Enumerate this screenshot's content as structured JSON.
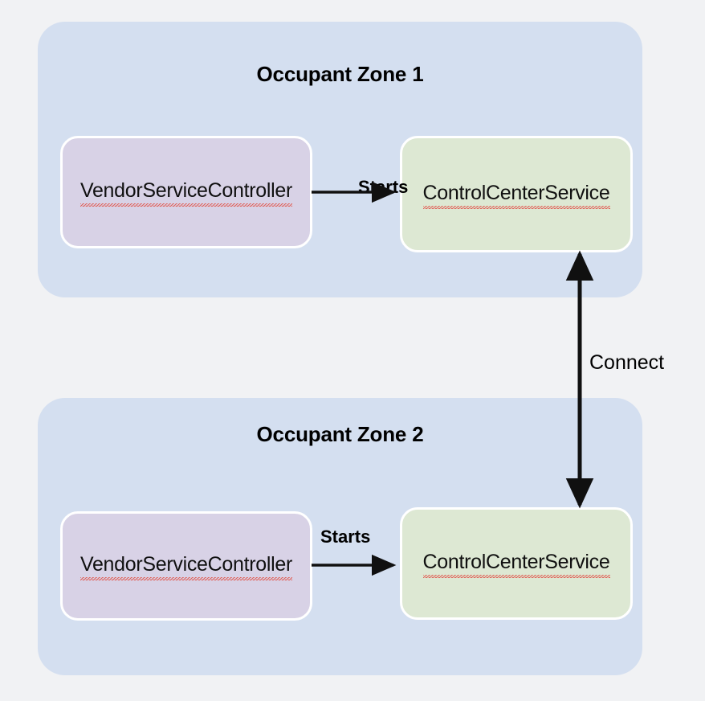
{
  "diagram": {
    "type": "architecture-block-diagram",
    "background_color": "#f1f2f4",
    "zones": [
      {
        "id": "zone-1",
        "title": "Occupant Zone 1",
        "fill_color": "#d4dff0",
        "nodes": [
          {
            "id": "vendor-1",
            "label": "VendorServiceController",
            "fill_color": "#d8d2e6",
            "spellcheck_underline": true
          },
          {
            "id": "control-1",
            "label": "ControlCenterService",
            "fill_color": "#dde8d3",
            "spellcheck_underline": true
          }
        ],
        "edges": [
          {
            "id": "starts-1",
            "label": "Starts",
            "from": "vendor-1",
            "to": "control-1",
            "direction": "forward"
          }
        ]
      },
      {
        "id": "zone-2",
        "title": "Occupant Zone 2",
        "fill_color": "#d4dff0",
        "nodes": [
          {
            "id": "vendor-2",
            "label": "VendorServiceController",
            "fill_color": "#d8d2e6",
            "spellcheck_underline": true
          },
          {
            "id": "control-2",
            "label": "ControlCenterService",
            "fill_color": "#dde8d3",
            "spellcheck_underline": true
          }
        ],
        "edges": [
          {
            "id": "starts-2",
            "label": "Starts",
            "from": "vendor-2",
            "to": "control-2",
            "direction": "forward"
          }
        ]
      }
    ],
    "cross_zone_edges": [
      {
        "id": "connect",
        "label": "Connect",
        "from": "control-1",
        "to": "control-2",
        "direction": "bidirectional",
        "stroke_color": "#000000"
      }
    ]
  }
}
